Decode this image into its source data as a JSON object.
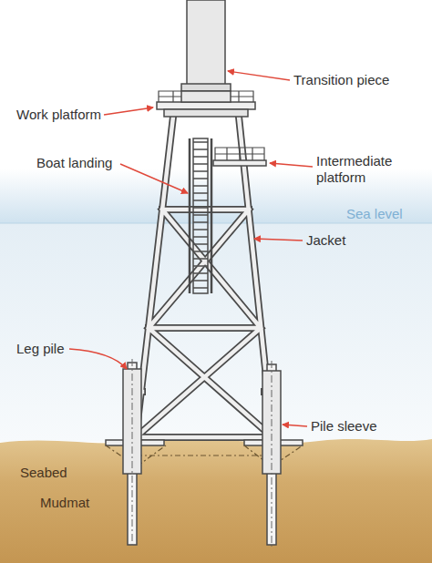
{
  "diagram": {
    "labels": [
      "Work platform",
      "Transition piece",
      "Boat landing",
      "Intermediate platform",
      "Sea level",
      "Jacket",
      "Leg pile",
      "Pile sleeve",
      "Seabed",
      "Mudmat"
    ]
  }
}
